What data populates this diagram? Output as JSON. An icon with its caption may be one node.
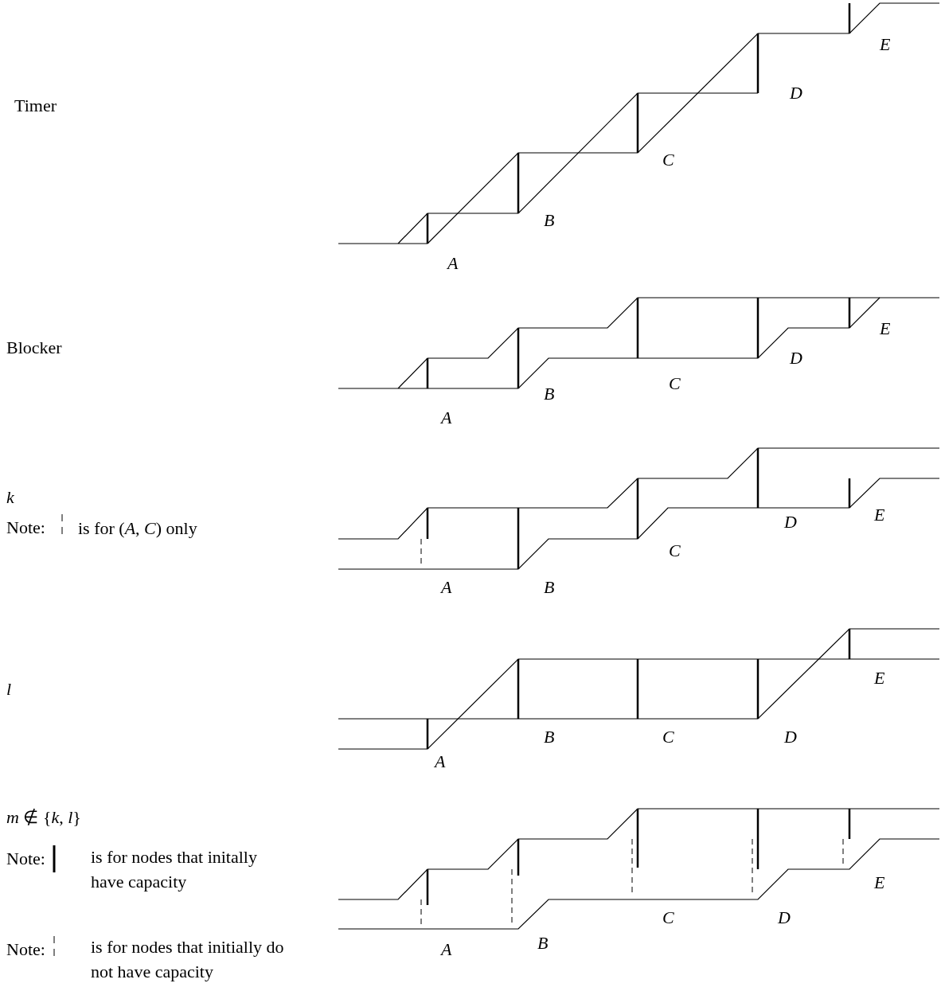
{
  "diagram": {
    "labels": [
      "Timer",
      "E",
      "D",
      "C",
      "B",
      "A",
      "Blocker",
      "E",
      "D",
      "B",
      "C",
      "A",
      "k",
      "Note:",
      "E",
      "D",
      "C",
      "A",
      "B",
      "l",
      "E",
      "B",
      "C",
      "D",
      "A",
      "*m* ∉ {*k*, *l*}",
      "Note:",
      "E",
      "C",
      "D",
      "B",
      "Note:",
      "A"
    ],
    "legend": [
      {
        "text": "is for (*A*, *C*) only"
      },
      {
        "text": "is for nodes that initally have capacity"
      },
      {
        "text": "is for nodes that initially do not have capacity"
      }
    ]
  }
}
